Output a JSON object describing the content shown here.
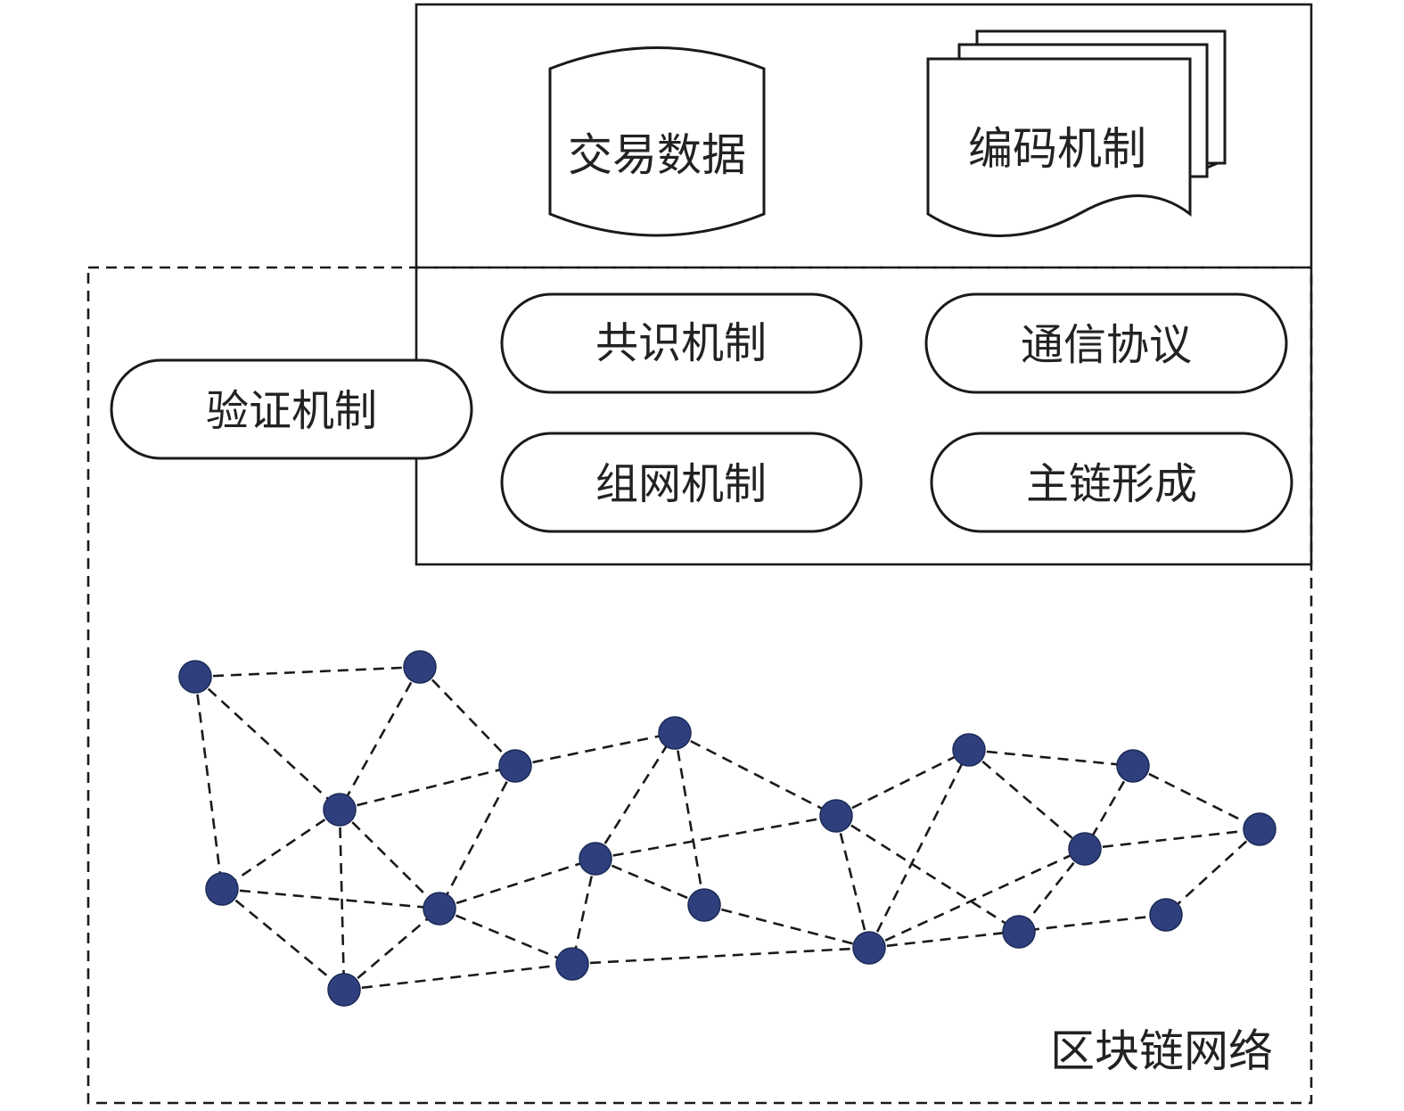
{
  "diagram": {
    "colors": {
      "node": "#2f3f7e",
      "stroke": "#1a1a1a"
    },
    "top_panel": {
      "database_label": "交易数据",
      "documents_label": "编码机制"
    },
    "middle_panel": {
      "consensus_label": "共识机制",
      "communication_label": "通信协议",
      "networking_label": "组网机制",
      "main_chain_label": "主链形成"
    },
    "verification_label": "验证机制",
    "network_label": "区块链网络"
  }
}
